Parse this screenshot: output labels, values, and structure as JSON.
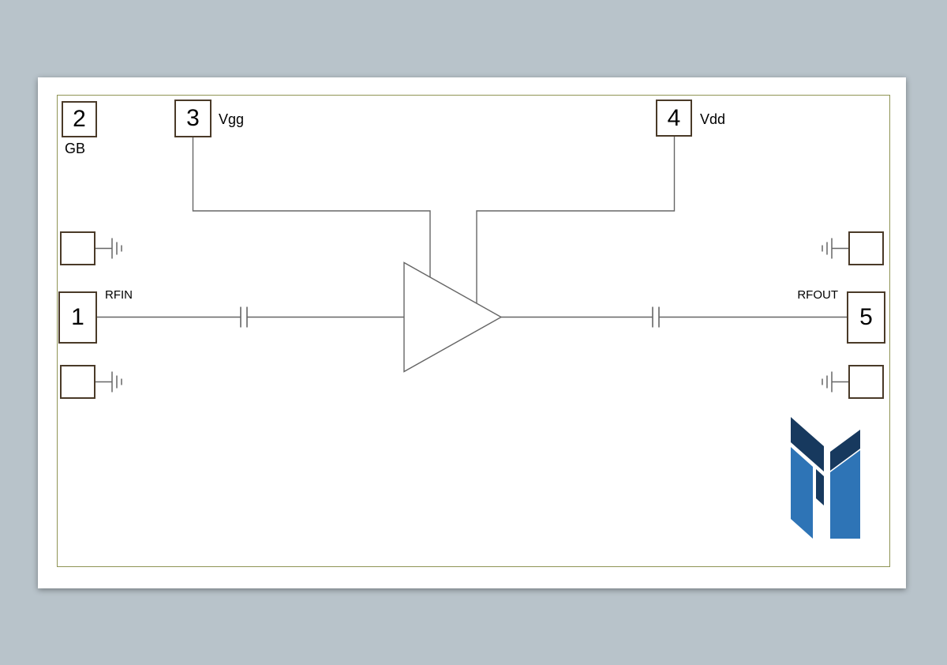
{
  "colors": {
    "canvas_background": "#b8c3ca",
    "sheet_background": "#ffffff",
    "frame_border": "#8f9455",
    "pad_border": "#4a3a28",
    "wire": "#666666",
    "text": "#000000",
    "logo_dark_blue": "#17395e",
    "logo_light_blue": "#2e74b6"
  },
  "schematic": {
    "pads": {
      "p1": {
        "number": "1",
        "label": "RFIN"
      },
      "p2": {
        "number": "2",
        "label": "GB"
      },
      "p3": {
        "number": "3",
        "label": "Vgg"
      },
      "p4": {
        "number": "4",
        "label": "Vdd"
      },
      "p5": {
        "number": "5",
        "label": "RFOUT"
      }
    },
    "unnumbered_ground_pads": 4,
    "icons": {
      "amplifier": "amplifier-triangle",
      "input_dc_block": "capacitor-symbol",
      "output_dc_block": "capacitor-symbol",
      "ground_termination": "rf-ground-via-symbol",
      "logo": "blue-geometric-logo"
    }
  }
}
